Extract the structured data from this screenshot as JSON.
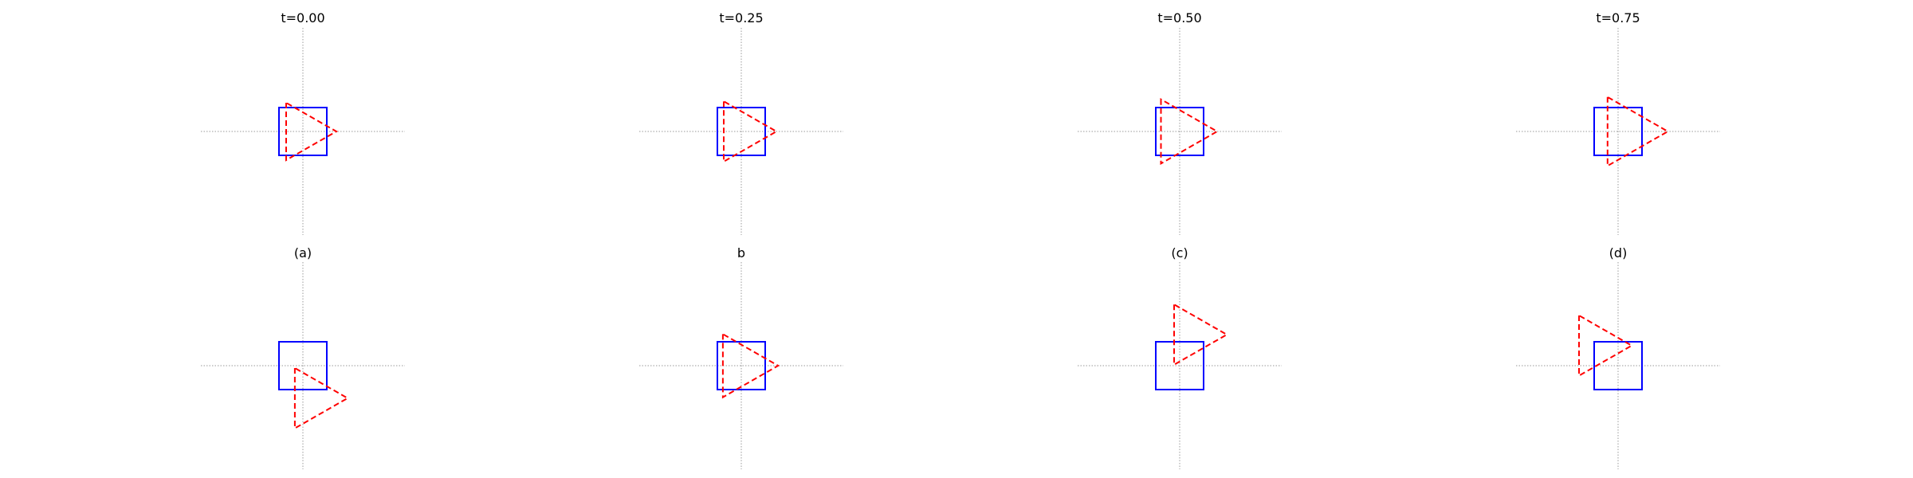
{
  "colors": {
    "square": "#0000ff",
    "triangle": "#ff0000",
    "axis": "#999999",
    "background": "#ffffff",
    "text": "#000000"
  },
  "shapes": {
    "square": {
      "style": "solid",
      "half_size": 0.5
    },
    "triangle": {
      "style": "dashed",
      "base_vertices": [
        [
          -0.35,
          0.6
        ],
        [
          -0.35,
          -0.6
        ],
        [
          0.7,
          0.0
        ]
      ]
    }
  },
  "panels": [
    {
      "title": "t=0.00",
      "square_center": [
        0,
        0
      ],
      "triangle_offset": [
        0.0,
        0.0
      ],
      "triangle_scale": 1.0
    },
    {
      "title": "t=0.25",
      "square_center": [
        0,
        0
      ],
      "triangle_offset": [
        0.0,
        0.0
      ],
      "triangle_scale": 1.05
    },
    {
      "title": "t=0.50",
      "square_center": [
        0,
        0
      ],
      "triangle_offset": [
        0.0,
        0.0
      ],
      "triangle_scale": 1.12
    },
    {
      "title": "t=0.75",
      "square_center": [
        0,
        0
      ],
      "triangle_offset": [
        0.2,
        0.0
      ],
      "triangle_scale": 1.2
    },
    {
      "title": "(a)",
      "square_center": [
        0,
        0
      ],
      "triangle_offset": [
        0.2,
        -0.68
      ],
      "triangle_scale": 1.05
    },
    {
      "title": "b",
      "square_center": [
        0,
        0
      ],
      "triangle_offset": [
        0.0,
        0.0
      ],
      "triangle_scale": 1.1
    },
    {
      "title": "(c)",
      "square_center": [
        0,
        0
      ],
      "triangle_offset": [
        0.25,
        0.65
      ],
      "triangle_scale": 1.05
    },
    {
      "title": "(d)",
      "square_center": [
        0,
        0
      ],
      "triangle_offset": [
        -0.45,
        0.42
      ],
      "triangle_scale": 1.05
    }
  ]
}
